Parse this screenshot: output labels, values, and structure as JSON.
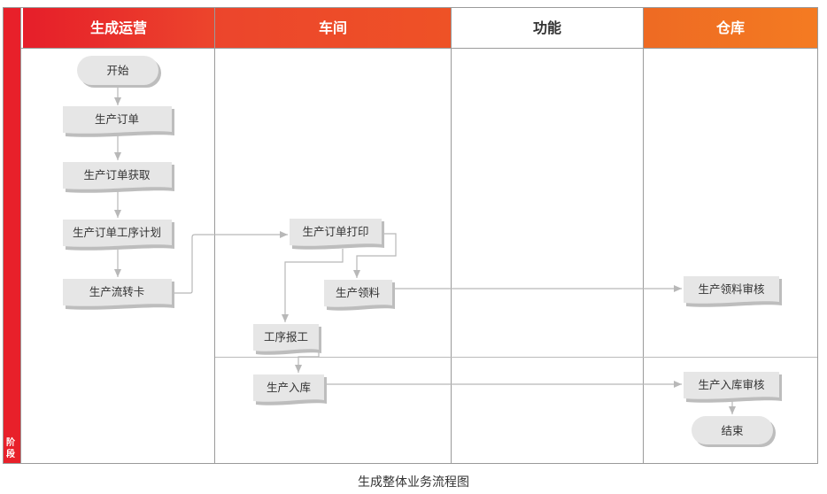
{
  "stage_label": [
    "阶",
    "段"
  ],
  "lanes": [
    {
      "id": "ops",
      "title": "生成运营",
      "fill": "#e8332a",
      "text_color": "#ffffff"
    },
    {
      "id": "workshop",
      "title": "车间",
      "fill": "#ea4b28",
      "text_color": "#ffffff"
    },
    {
      "id": "function",
      "title": "功能",
      "fill": "#ffffff",
      "text_color": "#333333"
    },
    {
      "id": "warehouse",
      "title": "仓库",
      "fill": "#f07424",
      "text_color": "#ffffff"
    }
  ],
  "nodes": [
    {
      "id": "start",
      "label": "开始",
      "shape": "terminal"
    },
    {
      "id": "order",
      "label": "生产订单",
      "shape": "document"
    },
    {
      "id": "order_fetch",
      "label": "生产订单获取",
      "shape": "document"
    },
    {
      "id": "order_plan",
      "label": "生产订单工序计划",
      "shape": "document"
    },
    {
      "id": "flow_card",
      "label": "生产流转卡",
      "shape": "document"
    },
    {
      "id": "order_print",
      "label": "生产订单打印",
      "shape": "document"
    },
    {
      "id": "material",
      "label": "生产领料",
      "shape": "document"
    },
    {
      "id": "report",
      "label": "工序报工",
      "shape": "document"
    },
    {
      "id": "inbound",
      "label": "生产入库",
      "shape": "document"
    },
    {
      "id": "material_audit",
      "label": "生产领料审核",
      "shape": "document"
    },
    {
      "id": "inbound_audit",
      "label": "生产入库审核",
      "shape": "document"
    },
    {
      "id": "end",
      "label": "结束",
      "shape": "terminal"
    }
  ],
  "edges": [
    {
      "from": "start",
      "to": "order"
    },
    {
      "from": "order",
      "to": "order_fetch"
    },
    {
      "from": "order_fetch",
      "to": "order_plan"
    },
    {
      "from": "order_plan",
      "to": "flow_card"
    },
    {
      "from": "flow_card",
      "to": "order_print"
    },
    {
      "from": "order_print",
      "to": "material"
    },
    {
      "from": "order_print",
      "to": "report"
    },
    {
      "from": "material",
      "to": "material_audit"
    },
    {
      "from": "report",
      "to": "inbound"
    },
    {
      "from": "inbound",
      "to": "inbound_audit"
    },
    {
      "from": "inbound_audit",
      "to": "end"
    }
  ],
  "caption": "生成整体业务流程图",
  "colors": {
    "stage_bar": "#e8202a",
    "node_fill": "#e6e6e6",
    "node_shadow": "#bdbdbd",
    "line": "#b8b8b8",
    "grid": "#9a9a9a"
  }
}
